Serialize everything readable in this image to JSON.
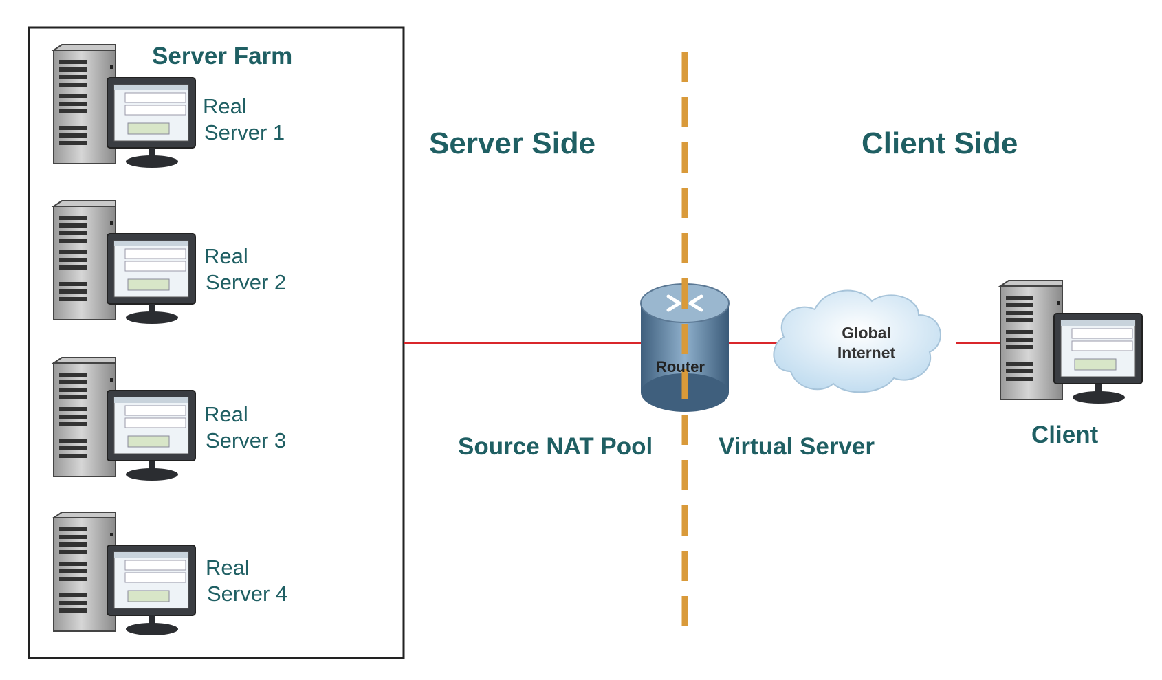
{
  "server_farm": {
    "title": "Server Farm",
    "servers": [
      {
        "line1": "Real",
        "line2": "Server 1"
      },
      {
        "line1": "Real",
        "line2": "Server 2"
      },
      {
        "line1": "Real",
        "line2": "Server 3"
      },
      {
        "line1": "Real",
        "line2": "Server 4"
      }
    ]
  },
  "zones": {
    "server_side": "Server Side",
    "client_side": "Client Side"
  },
  "router": {
    "label": "Router"
  },
  "internet": {
    "line1": "Global",
    "line2": "Internet"
  },
  "client": {
    "label": "Client"
  },
  "labels": {
    "source_nat_pool": "Source NAT Pool",
    "virtual_server": "Virtual Server"
  },
  "colors": {
    "link": "#d9262b",
    "divider": "#d99a3a",
    "text": "#1f5f63",
    "box_border": "#222222"
  }
}
